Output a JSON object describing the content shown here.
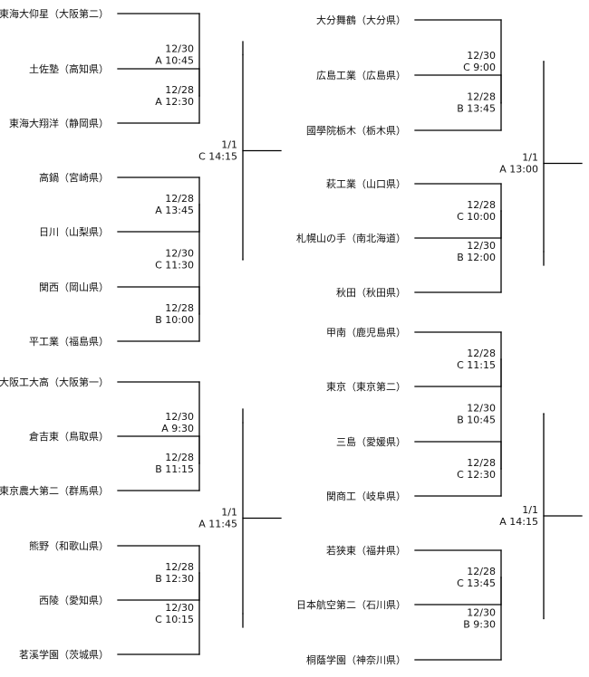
{
  "brackets": [
    {
      "teams": [
        "東海大仰星（大阪第二）",
        "土佐塾（高知県）",
        "東海大翔洋（静岡県）",
        "高鍋（宮崎県）",
        "日川（山梨県）",
        "関西（岡山県）",
        "平工業（福島県）"
      ],
      "matches": [
        {
          "id": "r1a",
          "date": "12/28",
          "slot": "A 12:30"
        },
        {
          "id": "r2a",
          "date": "12/30",
          "slot": "A 10:45"
        },
        {
          "id": "r1b",
          "date": "12/28",
          "slot": "A 13:45"
        },
        {
          "id": "r1c",
          "date": "12/28",
          "slot": "B 10:00"
        },
        {
          "id": "r2b",
          "date": "12/30",
          "slot": "C 11:30"
        },
        {
          "id": "r3",
          "date": "1/1",
          "slot": "C 14:15"
        }
      ]
    },
    {
      "teams": [
        "大阪工大高（大阪第一）",
        "倉吉東（鳥取県）",
        "東京農大第二（群馬県）",
        "熊野（和歌山県）",
        "西陵（愛知県）",
        "茗溪学園（茨城県）"
      ],
      "matches": [
        {
          "id": "r1a",
          "date": "12/28",
          "slot": "B 11:15"
        },
        {
          "id": "r2a",
          "date": "12/30",
          "slot": "A 9:30"
        },
        {
          "id": "r1b",
          "date": "12/28",
          "slot": "B 12:30"
        },
        {
          "id": "r2b",
          "date": "12/30",
          "slot": "C 10:15"
        },
        {
          "id": "r3",
          "date": "1/1",
          "slot": "A 11:45"
        }
      ]
    },
    {
      "teams": [
        "大分舞鶴（大分県）",
        "広島工業（広島県）",
        "國學院栃木（栃木県）",
        "萩工業（山口県）",
        "札幌山の手（南北海道）",
        "秋田（秋田県）"
      ],
      "matches": [
        {
          "id": "r1a",
          "date": "12/28",
          "slot": "B 13:45"
        },
        {
          "id": "r2a",
          "date": "12/30",
          "slot": "C 9:00"
        },
        {
          "id": "r1b",
          "date": "12/28",
          "slot": "C 10:00"
        },
        {
          "id": "r2b",
          "date": "12/30",
          "slot": "B 12:00"
        },
        {
          "id": "r3",
          "date": "1/1",
          "slot": "A 13:00"
        }
      ]
    },
    {
      "teams": [
        "甲南（鹿児島県）",
        "東京（東京第二）",
        "三島（愛媛県）",
        "関商工（岐阜県）",
        "若狭東（福井県）",
        "日本航空第二（石川県）",
        "桐蔭学園（神奈川県）"
      ],
      "matches": [
        {
          "id": "r1a",
          "date": "12/28",
          "slot": "C 11:15"
        },
        {
          "id": "r1b",
          "date": "12/28",
          "slot": "C 12:30"
        },
        {
          "id": "r2a",
          "date": "12/30",
          "slot": "B 10:45"
        },
        {
          "id": "r1c",
          "date": "12/28",
          "slot": "C 13:45"
        },
        {
          "id": "r2b",
          "date": "12/30",
          "slot": "B 9:30"
        },
        {
          "id": "r3",
          "date": "1/1",
          "slot": "A 14:15"
        }
      ]
    }
  ]
}
